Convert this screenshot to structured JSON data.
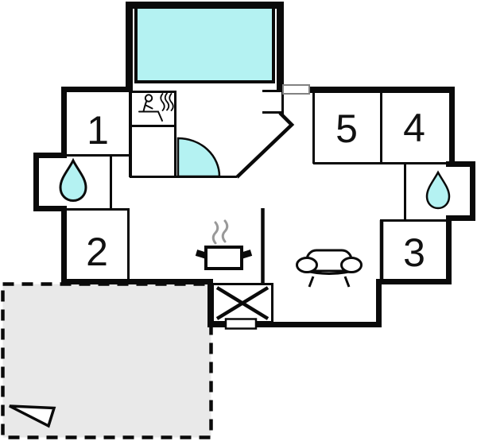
{
  "plan": {
    "type": "holiday-home-floor-plan",
    "rooms": [
      {
        "id": "bedroom-1",
        "label": "1"
      },
      {
        "id": "bedroom-2",
        "label": "2"
      },
      {
        "id": "bedroom-3",
        "label": "3"
      },
      {
        "id": "bedroom-4",
        "label": "4"
      },
      {
        "id": "bedroom-5",
        "label": "5"
      }
    ],
    "icons": [
      {
        "name": "pool-water",
        "meaning": "swimming pool"
      },
      {
        "name": "sauna-icon",
        "meaning": "sauna"
      },
      {
        "name": "water-drop-icon",
        "meaning": "bathroom left"
      },
      {
        "name": "water-drop-icon",
        "meaning": "bathroom right"
      },
      {
        "name": "cooking-pot-icon",
        "meaning": "kitchen"
      },
      {
        "name": "steam-icon",
        "meaning": "stove steam"
      },
      {
        "name": "sofa-icon",
        "meaning": "living room"
      },
      {
        "name": "door-swing-icon",
        "meaning": "door arc"
      },
      {
        "name": "crossed-square-icon",
        "meaning": "entrance"
      },
      {
        "name": "window-icon",
        "meaning": "window"
      },
      {
        "name": "door-icon",
        "meaning": "entrance door"
      },
      {
        "name": "north-arrow-icon",
        "meaning": "terrace direction marker"
      }
    ]
  },
  "colors": {
    "water": "#b4f2f2",
    "terrace": "#e9e9e9",
    "wall": "#0a0a0a",
    "steam": "#999999",
    "window-border": "#828282"
  }
}
